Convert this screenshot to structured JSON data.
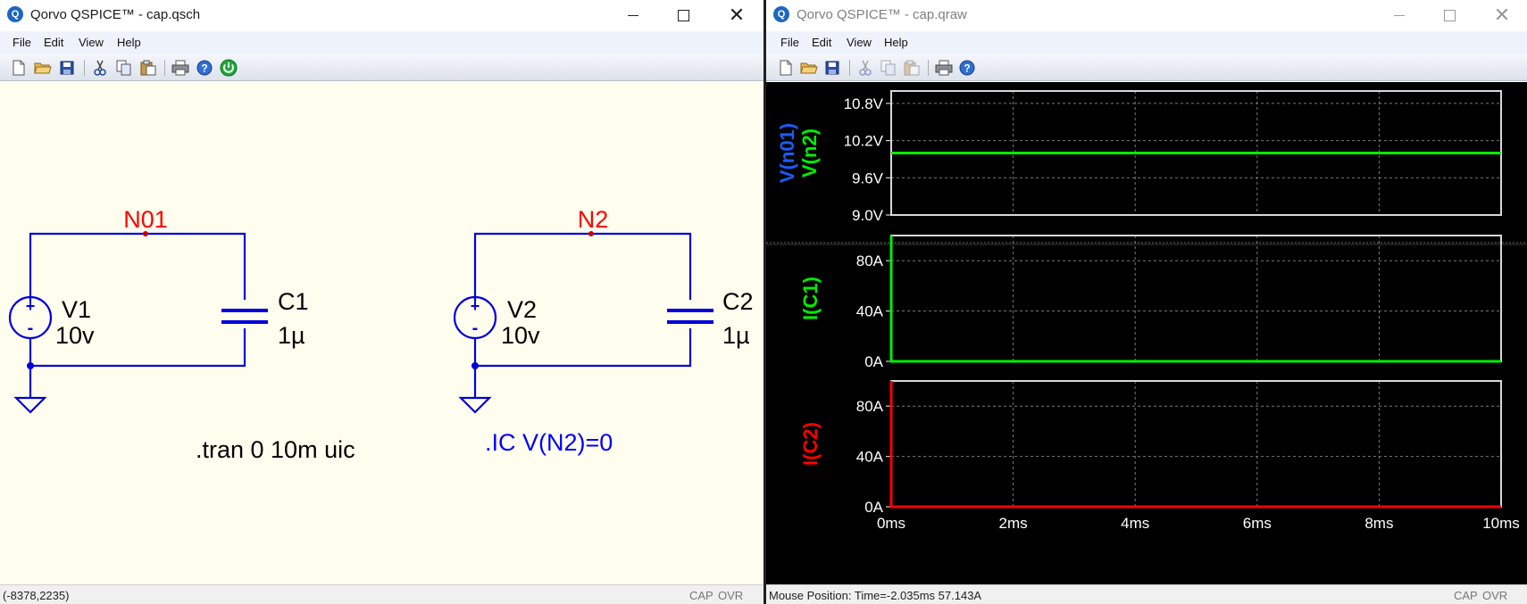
{
  "schematic_window": {
    "title": "Qorvo QSPICE™ - cap.qsch",
    "menu": [
      "File",
      "Edit",
      "View",
      "Help"
    ],
    "toolbar_icons": [
      "new-file-icon",
      "open-folder-icon",
      "save-icon",
      "cut-icon",
      "copy-icon",
      "paste-icon",
      "print-icon",
      "help-icon",
      "run-simulation-icon"
    ],
    "nets": {
      "left": "N01",
      "right": "N2"
    },
    "components": {
      "v1": {
        "name": "V1",
        "value": "10v"
      },
      "c1": {
        "name": "C1",
        "value": "1µ"
      },
      "v2": {
        "name": "V2",
        "value": "10v"
      },
      "c2": {
        "name": "C2",
        "value": "1µ"
      }
    },
    "directives": {
      "tran": ".tran 0 10m uic",
      "ic": ".IC V(N2)=0"
    },
    "status": {
      "coords": "(-8378,2235)",
      "cap": "CAP",
      "ovr": "OVR"
    },
    "colors": {
      "background": "#fffeee",
      "wire": "#0000dd",
      "net_label": "#ff0000",
      "ic_directive": "#0000ff"
    }
  },
  "waveform_window": {
    "title": "Qorvo QSPICE™ - cap.qraw",
    "menu": [
      "File",
      "Edit",
      "View",
      "Help"
    ],
    "toolbar_icons": [
      "new-file-icon",
      "open-folder-icon",
      "save-icon",
      "cut-icon",
      "copy-icon",
      "paste-icon",
      "print-icon",
      "help-icon"
    ],
    "status": {
      "mouse": "Mouse Position: Time=-2.035ms  57.143A",
      "cap": "CAP",
      "ovr": "OVR"
    }
  },
  "chart_data": [
    {
      "type": "line",
      "series": [
        {
          "name": "V(n01)",
          "color": "#1a5cff",
          "x": [
            0,
            10
          ],
          "y": [
            10,
            10
          ]
        },
        {
          "name": "V(n2)",
          "color": "#00ee00",
          "x": [
            0,
            10
          ],
          "y": [
            10,
            10
          ]
        }
      ],
      "yticks": [
        "10.8V",
        "10.2V",
        "9.6V",
        "9.0V"
      ],
      "ytick_values": [
        10.8,
        10.2,
        9.6,
        9.0
      ],
      "xlim": [
        0,
        10
      ],
      "ylim": [
        9.0,
        11.0
      ],
      "grid": true
    },
    {
      "type": "line",
      "series": [
        {
          "name": "I(C1)",
          "color": "#00ee00",
          "x": [
            0,
            0,
            10
          ],
          "y": [
            100,
            0,
            0
          ]
        }
      ],
      "yticks": [
        "80A",
        "40A",
        "0A"
      ],
      "ytick_values": [
        80,
        40,
        0
      ],
      "xlim": [
        0,
        10
      ],
      "ylim": [
        0,
        100
      ],
      "grid": true
    },
    {
      "type": "line",
      "series": [
        {
          "name": "I(C2)",
          "color": "#ff0000",
          "x": [
            0,
            0,
            10
          ],
          "y": [
            100,
            0,
            0
          ]
        }
      ],
      "yticks": [
        "80A",
        "40A",
        "0A"
      ],
      "ytick_values": [
        80,
        40,
        0
      ],
      "xlim": [
        0,
        10
      ],
      "ylim": [
        0,
        100
      ],
      "xticks": [
        "0ms",
        "2ms",
        "4ms",
        "6ms",
        "8ms",
        "10ms"
      ],
      "xtick_values": [
        0,
        2,
        4,
        6,
        8,
        10
      ],
      "grid": true
    }
  ]
}
